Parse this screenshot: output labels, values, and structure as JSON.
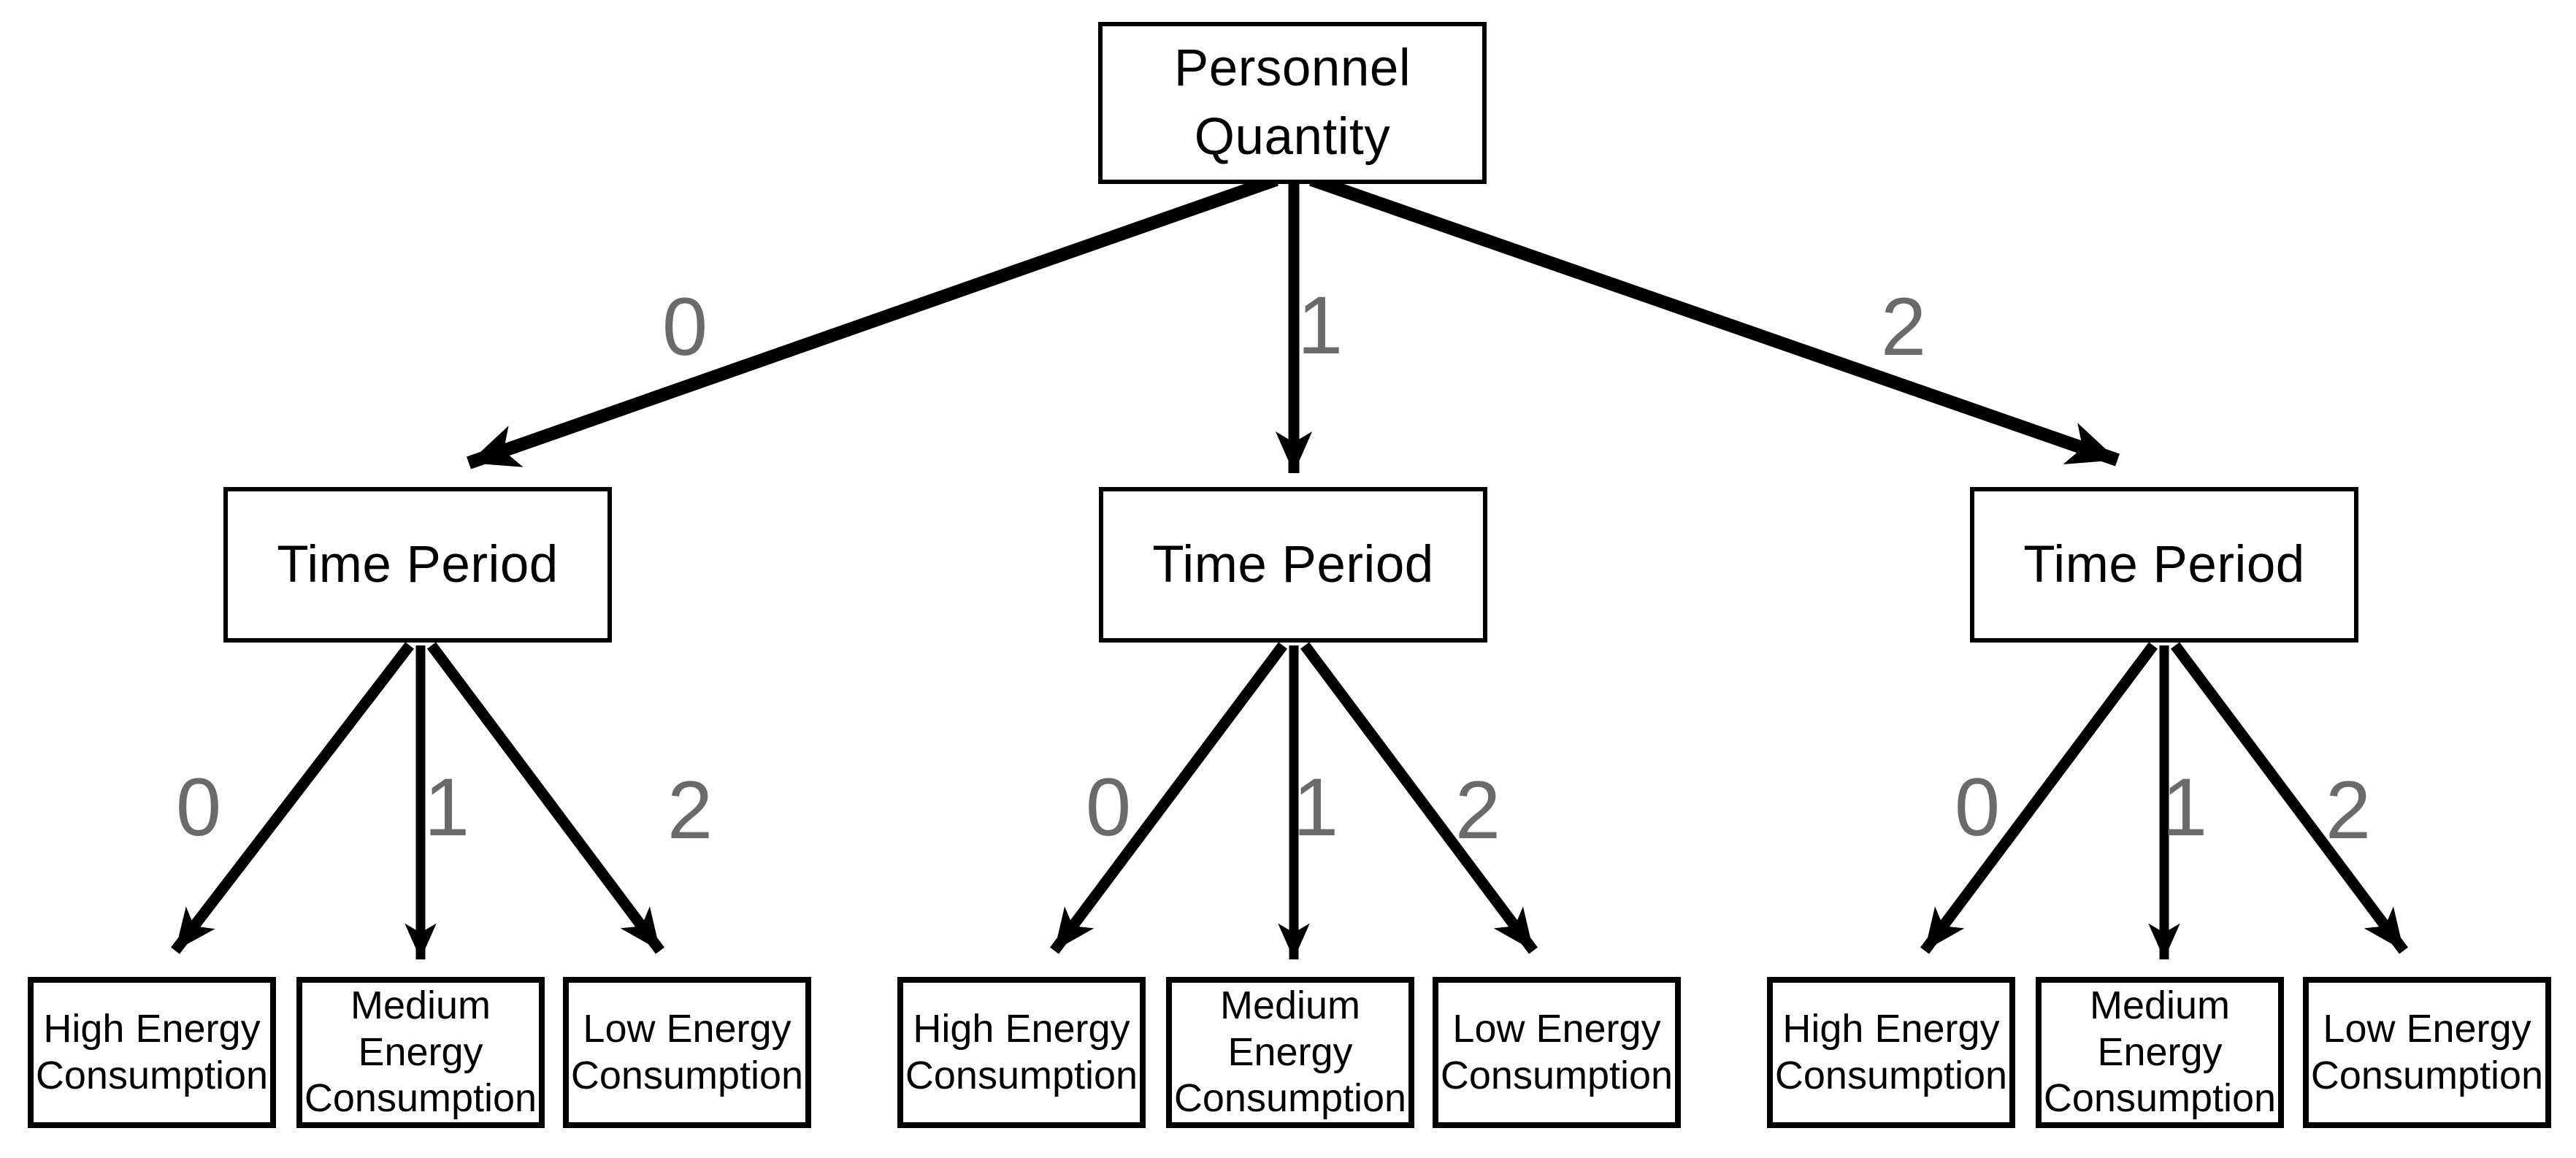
{
  "diagram_title": "personnel-energy-decision-tree",
  "colors": {
    "background": "#ffffff",
    "node_border": "#000000",
    "node_text": "#000000",
    "arrow": "#000000",
    "edge_label_gray": "#6a6a6a"
  },
  "tree": {
    "root": {
      "label": "Personnel Quantity"
    },
    "root_edge_labels": [
      "0",
      "1",
      "2"
    ],
    "groups": [
      {
        "label": "Time Period",
        "edge_labels": [
          "0",
          "1",
          "2"
        ],
        "leaves": [
          {
            "label": "High Energy Consumption"
          },
          {
            "label": "Medium Energy Consumption"
          },
          {
            "label": "Low Energy Consumption"
          }
        ]
      },
      {
        "label": "Time Period",
        "edge_labels": [
          "0",
          "1",
          "2"
        ],
        "leaves": [
          {
            "label": "High Energy Consumption"
          },
          {
            "label": "Medium Energy Consumption"
          },
          {
            "label": "Low Energy Consumption"
          }
        ]
      },
      {
        "label": "Time Period",
        "edge_labels": [
          "0",
          "1",
          "2"
        ],
        "leaves": [
          {
            "label": "High Energy Consumption"
          },
          {
            "label": "Medium Energy Consumption"
          },
          {
            "label": "Low Energy Consumption"
          }
        ]
      }
    ]
  }
}
